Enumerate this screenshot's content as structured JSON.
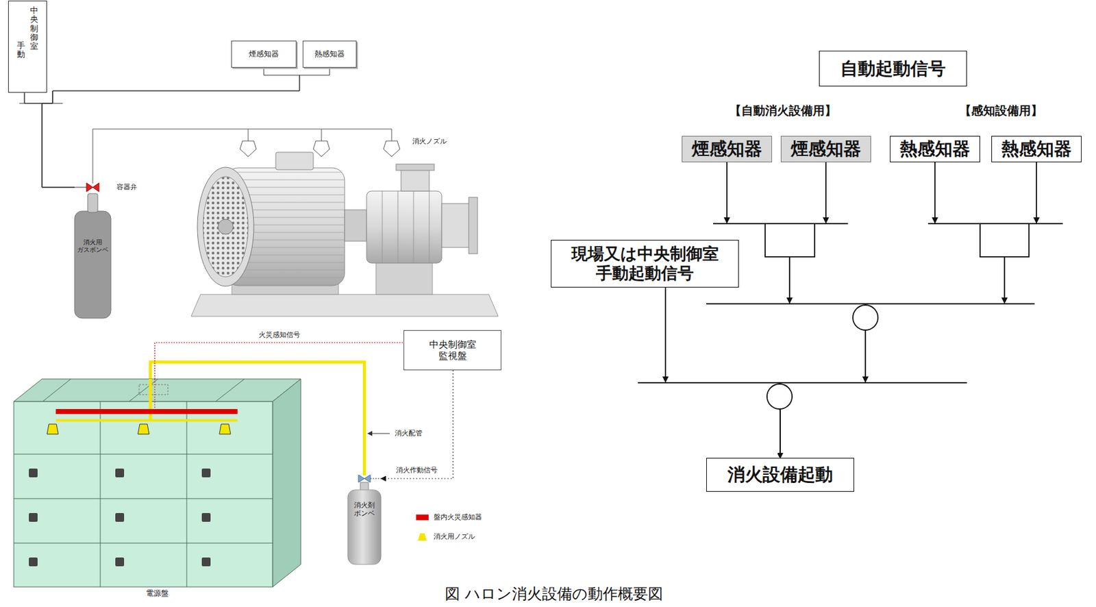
{
  "diagram": {
    "caption": "図 ハロン消火設備の動作概要図",
    "nodes": [
      {
        "text": [
          "中央制御室",
          "手動"
        ]
      },
      {
        "text": [
          "煙感知器"
        ]
      },
      {
        "text": [
          "熱感知器"
        ]
      },
      {
        "text": [
          "消火用 ガスボンベ"
        ]
      },
      {
        "text": [
          "中央制御室 監視盤"
        ]
      },
      {
        "text": [
          "消火剤 ボンベ"
        ]
      },
      {
        "text": [
          "電源盤"
        ]
      },
      {
        "text": [
          "自動起動信号"
        ]
      },
      {
        "text": [
          "煙感知器"
        ]
      },
      {
        "text": [
          "煙感知器"
        ]
      },
      {
        "text": [
          "熱感知器"
        ]
      },
      {
        "text": [
          "熱感知器"
        ]
      },
      {
        "text": [
          "現場又は中央制御室 手動起動信号"
        ]
      },
      {
        "text": [
          "消火設備起動"
        ]
      }
    ],
    "edges": [
      {
        "from": 0,
        "to": 3,
        "arrow": "none"
      },
      {
        "from": 1,
        "to": 3,
        "arrow": "none"
      },
      {
        "from": 2,
        "to": 3,
        "arrow": "none"
      },
      {
        "from": 4,
        "to": 5,
        "label": "消火作動信号",
        "arrow": "to"
      },
      {
        "from": 5,
        "to": 6,
        "arrow": "none"
      },
      {
        "from": 6,
        "to": 4,
        "label": "火災感知信号",
        "arrow": "none"
      },
      {
        "from": 8,
        "to": 13,
        "arrow": "to"
      },
      {
        "from": 9,
        "to": 13,
        "arrow": "to"
      },
      {
        "from": 10,
        "to": 13,
        "arrow": "to"
      },
      {
        "from": 11,
        "to": 13,
        "arrow": "to"
      },
      {
        "from": 12,
        "to": 13,
        "arrow": "to"
      }
    ],
    "labels": [
      "容器弁",
      "消火ノズル",
      "消火配管",
      "【自動消火設備用】",
      "【感知設備用】"
    ],
    "legend": [
      {
        "text": "盤内火災感知器",
        "color": "#e00000"
      },
      {
        "text": "消火用ノズル",
        "color": "#f2e600"
      }
    ]
  }
}
